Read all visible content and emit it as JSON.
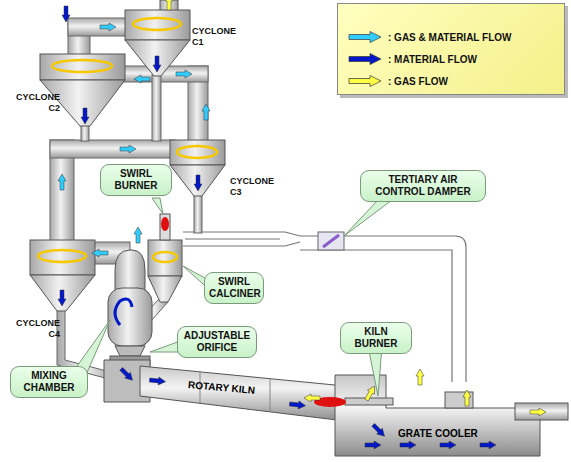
{
  "diagram": {
    "nodes": [
      {
        "text": [
          "SWIRL BURNER"
        ]
      },
      {
        "text": [
          "TERTIARY AIR CONTROL DAMPER"
        ]
      },
      {
        "text": [
          "SWIRL CALCINER"
        ]
      },
      {
        "text": [
          "KILN BURNER"
        ]
      },
      {
        "text": [
          "ADJUSTABLE ORIFICE"
        ]
      },
      {
        "text": [
          "MIXING CHAMBER"
        ]
      }
    ],
    "labels": [
      "CYCLONE C1",
      "CYCLONE C2",
      "CYCLONE C3",
      "CYCLONE C4",
      "ROTARY KILN",
      "GRATE COOLER"
    ],
    "legend": [
      {
        "text": ": GAS & MATERIAL FLOW",
        "color": "#33ccff"
      },
      {
        "text": ": MATERIAL FLOW",
        "color": "#0018c8"
      },
      {
        "text": ": GAS FLOW",
        "color": "#ffff44"
      }
    ]
  }
}
